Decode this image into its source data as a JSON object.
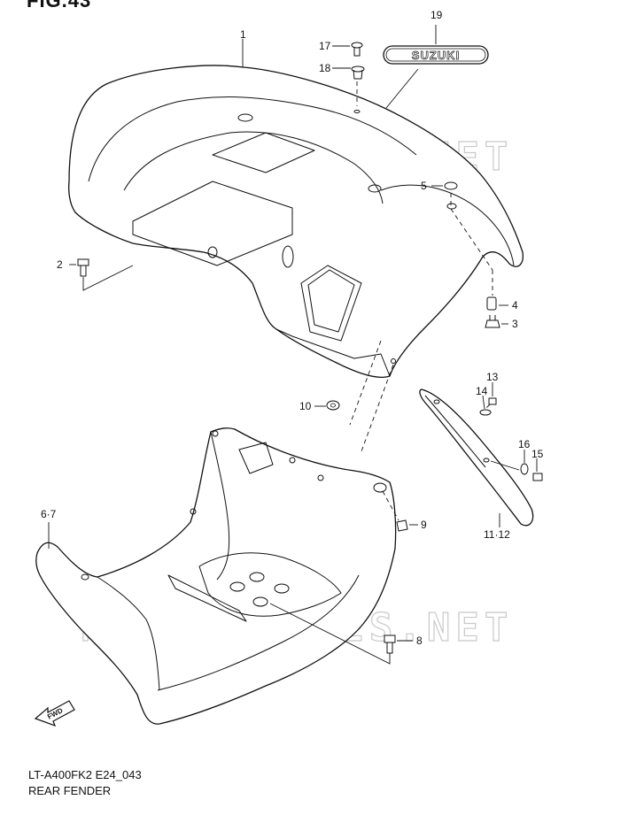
{
  "figure_title": "FIG.43",
  "watermark": "MICROFICHES.NET",
  "brand_logo": "SUZUKI",
  "fwd_marker": "FWD",
  "part_labels": {
    "p1": "1",
    "p2": "2",
    "p3": "3",
    "p4": "4",
    "p5": "5",
    "p6_7": "6·7",
    "p8": "8",
    "p9": "9",
    "p10": "10",
    "p11_12": "11·12",
    "p13": "13",
    "p14": "14",
    "p15": "15",
    "p16": "16",
    "p17": "17",
    "p18": "18",
    "p19": "19"
  },
  "caption": {
    "model_code": "LT-A400FK2 E24_043",
    "section_name": "REAR FENDER"
  }
}
